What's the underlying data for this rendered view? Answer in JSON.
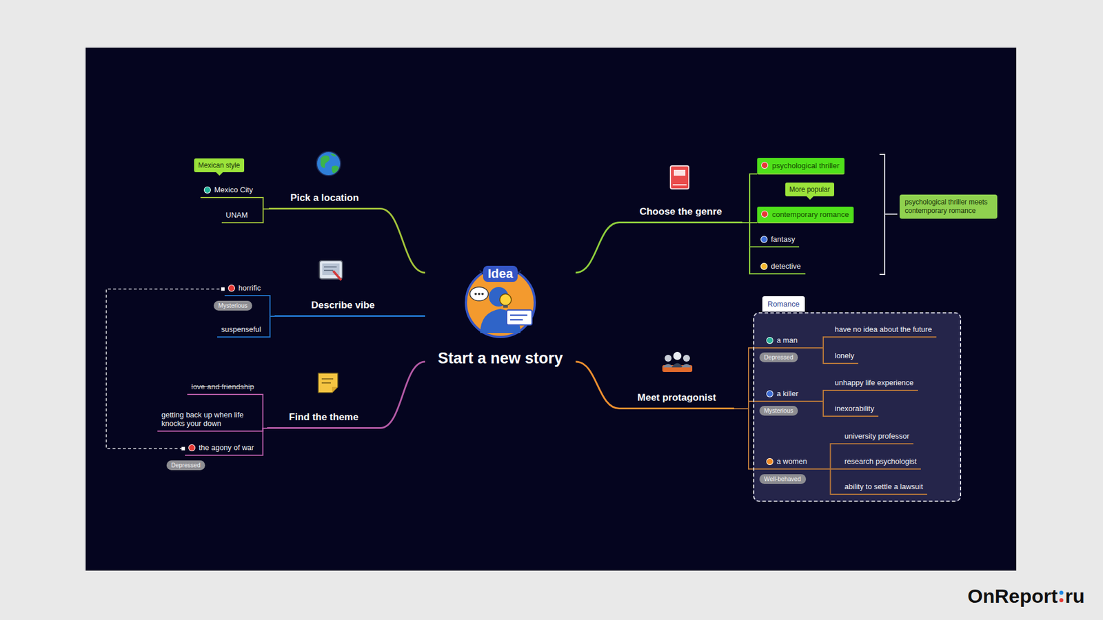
{
  "diagram": {
    "nodes": [
      {
        "text": [
          "Start a new story"
        ]
      },
      {
        "text": [
          "Pick a location"
        ]
      },
      {
        "text": [
          "Mexican style"
        ]
      },
      {
        "text": [
          "Mexico City"
        ]
      },
      {
        "text": [
          "UNAM"
        ]
      },
      {
        "text": [
          "Describe vibe"
        ]
      },
      {
        "text": [
          "horrific"
        ]
      },
      {
        "text": [
          "Mysterious"
        ]
      },
      {
        "text": [
          "suspenseful"
        ]
      },
      {
        "text": [
          "Find the theme"
        ]
      },
      {
        "text": [
          "love and friendship"
        ]
      },
      {
        "text": [
          "getting back up when life knocks your down"
        ]
      },
      {
        "text": [
          "the agony of war"
        ]
      },
      {
        "text": [
          "Depressed"
        ]
      },
      {
        "text": [
          "Choose the genre"
        ]
      },
      {
        "text": [
          "psychological thriller"
        ]
      },
      {
        "text": [
          "More popular"
        ]
      },
      {
        "text": [
          "contemporary romance"
        ]
      },
      {
        "text": [
          "fantasy"
        ]
      },
      {
        "text": [
          "detective"
        ]
      },
      {
        "text": [
          "psychological thriller meets contemporary romance"
        ]
      },
      {
        "text": [
          "Meet protagonist"
        ]
      },
      {
        "text": [
          "Romance"
        ]
      },
      {
        "text": [
          "a man"
        ],
        "in": 22
      },
      {
        "text": [
          "Depressed"
        ],
        "in": 22
      },
      {
        "text": [
          "have no idea about the future"
        ],
        "in": 22
      },
      {
        "text": [
          "lonely"
        ],
        "in": 22
      },
      {
        "text": [
          "a killer"
        ],
        "in": 22
      },
      {
        "text": [
          "Mysterious"
        ],
        "in": 22
      },
      {
        "text": [
          "unhappy life experience"
        ],
        "in": 22
      },
      {
        "text": [
          "inexorability"
        ],
        "in": 22
      },
      {
        "text": [
          "a women"
        ],
        "in": 22
      },
      {
        "text": [
          "Well-behaved"
        ],
        "in": 22
      },
      {
        "text": [
          "university professor"
        ],
        "in": 22
      },
      {
        "text": [
          "research psychologist"
        ],
        "in": 22
      },
      {
        "text": [
          "ability to settle a lawsuit"
        ],
        "in": 22
      }
    ],
    "edges": [
      {
        "from": 0,
        "to": 1,
        "arrow": "none"
      },
      {
        "from": 1,
        "to": 3,
        "arrow": "none"
      },
      {
        "from": 1,
        "to": 4,
        "arrow": "none"
      },
      {
        "from": 0,
        "to": 5,
        "arrow": "none"
      },
      {
        "from": 5,
        "to": 6,
        "arrow": "none"
      },
      {
        "from": 5,
        "to": 8,
        "arrow": "none"
      },
      {
        "from": 0,
        "to": 9,
        "arrow": "none"
      },
      {
        "from": 9,
        "to": 10,
        "arrow": "none"
      },
      {
        "from": 9,
        "to": 11,
        "arrow": "none"
      },
      {
        "from": 9,
        "to": 12,
        "arrow": "none"
      },
      {
        "from": 0,
        "to": 14,
        "arrow": "none"
      },
      {
        "from": 14,
        "to": 15,
        "arrow": "none"
      },
      {
        "from": 14,
        "to": 17,
        "arrow": "none"
      },
      {
        "from": 14,
        "to": 18,
        "arrow": "none"
      },
      {
        "from": 14,
        "to": 19,
        "arrow": "none"
      },
      {
        "from": 0,
        "to": 21,
        "arrow": "none"
      },
      {
        "from": 21,
        "to": 23,
        "arrow": "none"
      },
      {
        "from": 21,
        "to": 27,
        "arrow": "none"
      },
      {
        "from": 21,
        "to": 31,
        "arrow": "none"
      },
      {
        "from": 23,
        "to": 25,
        "arrow": "none"
      },
      {
        "from": 23,
        "to": 26,
        "arrow": "none"
      },
      {
        "from": 27,
        "to": 29,
        "arrow": "none"
      },
      {
        "from": 27,
        "to": 30,
        "arrow": "none"
      },
      {
        "from": 31,
        "to": 33,
        "arrow": "none"
      },
      {
        "from": 31,
        "to": 34,
        "arrow": "none"
      },
      {
        "from": 31,
        "to": 35,
        "arrow": "none"
      },
      {
        "from": 6,
        "to": 12,
        "arrow": "none"
      }
    ],
    "labels": [
      "Idea",
      "OnReport",
      "ru"
    ]
  }
}
